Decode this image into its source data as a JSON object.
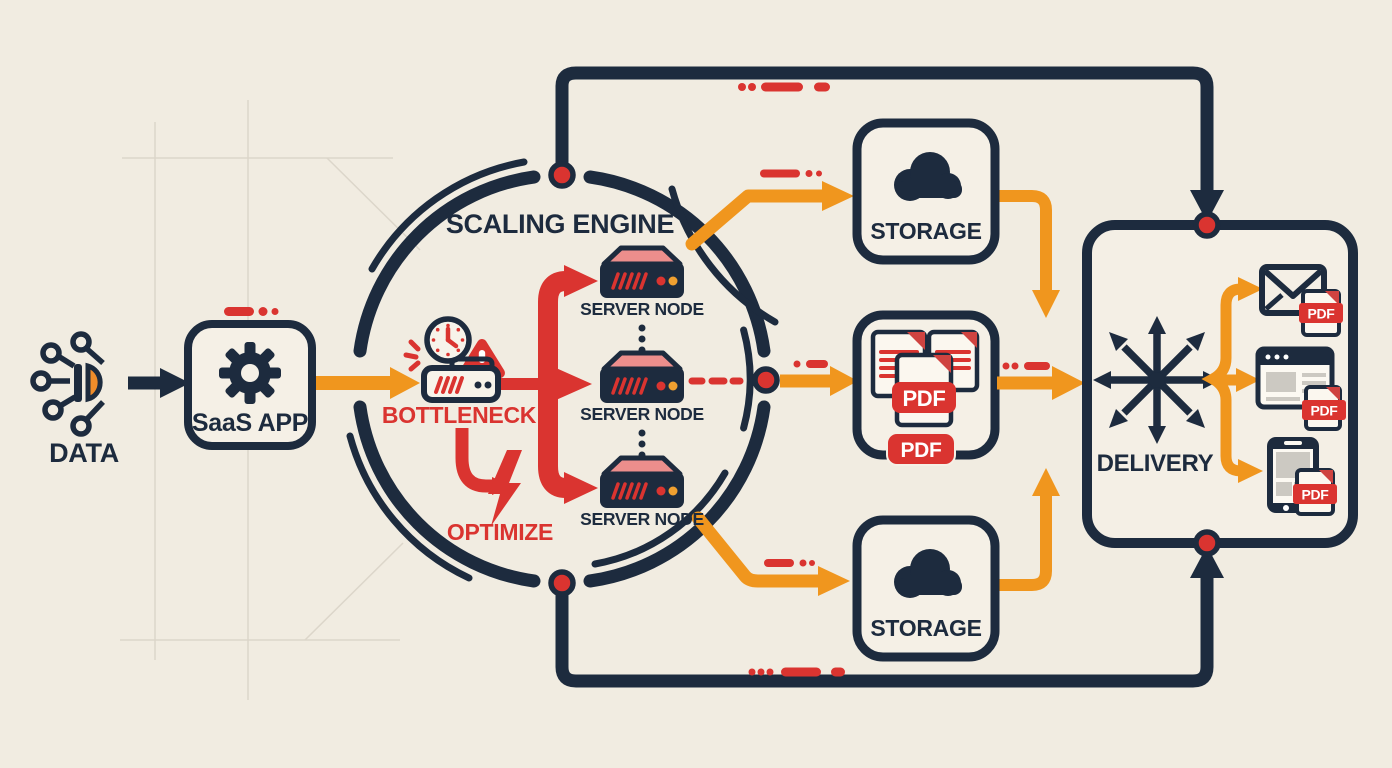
{
  "colors": {
    "navy": "#1d2b3e",
    "red": "#da3430",
    "orange": "#f0961e",
    "background": "#f1ece1",
    "panel": "#f5f0e6",
    "server_top": "#ec8e8c"
  },
  "nodes": {
    "data_source": {
      "label": "DATA"
    },
    "saas_app": {
      "label": "SaaS APP"
    },
    "scaling_engine": {
      "label": "SCALING ENGINE"
    },
    "bottleneck": {
      "label": "BOTTLENECK"
    },
    "optimize": {
      "label": "OPTIMIZE"
    },
    "server_node_1": {
      "label": "SERVER NODE"
    },
    "server_node_2": {
      "label": "SERVER NODE"
    },
    "server_node_3": {
      "label": "SERVER NODE"
    },
    "storage_top": {
      "label": "STORAGE"
    },
    "storage_bottom": {
      "label": "STORAGE"
    },
    "pdf_generator": {
      "badge_main": "PDF",
      "badge_bottom": "PDF"
    },
    "delivery": {
      "label": "DELIVERY"
    },
    "delivery_channels": {
      "email_badge": "PDF",
      "web_badge": "PDF",
      "mobile_badge": "PDF"
    }
  }
}
